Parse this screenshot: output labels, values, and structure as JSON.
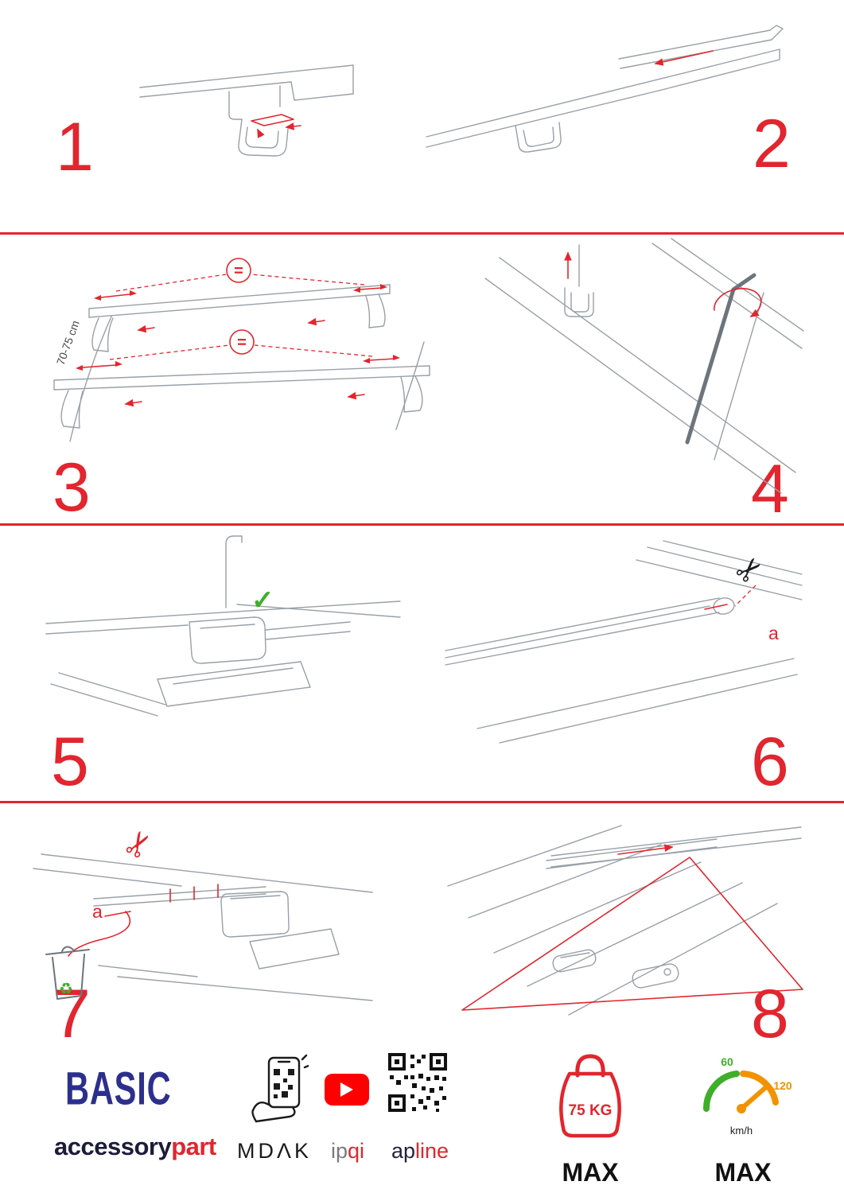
{
  "colors": {
    "accent_red": "#e2252e",
    "sketch_gray": "#98a0a7",
    "green": "#3fae2a",
    "orange": "#f39200",
    "brand_blue": "#2d2f8e",
    "youtube_red": "#ff0000"
  },
  "steps": {
    "s1": {
      "number": "1"
    },
    "s2": {
      "number": "2"
    },
    "s3": {
      "number": "3",
      "measure": "70-75 cm",
      "equals_top": "=",
      "equals_bottom": "="
    },
    "s4": {
      "number": "4"
    },
    "s5": {
      "number": "5",
      "check_icon": "✓"
    },
    "s6": {
      "number": "6",
      "label_a": "a",
      "scissors_icon": "✂"
    },
    "s7": {
      "number": "7",
      "label_a": "a",
      "scissors_icon": "✂",
      "recycle_icon": "♻"
    },
    "s8": {
      "number": "8"
    }
  },
  "footer": {
    "brand": "BASIC",
    "brand_word_dark": "accessory",
    "brand_word_red": "part",
    "mdak": "MDΛK",
    "ipqi_gray": "ip",
    "ipqi_red": "qi",
    "apline_dark": "ap",
    "apline_red": "line",
    "weight_value": "75 KG",
    "weight_max": "MAX",
    "speed_start": "60",
    "speed_end": "120",
    "speed_unit": "km/h",
    "speed_max": "MAX"
  }
}
